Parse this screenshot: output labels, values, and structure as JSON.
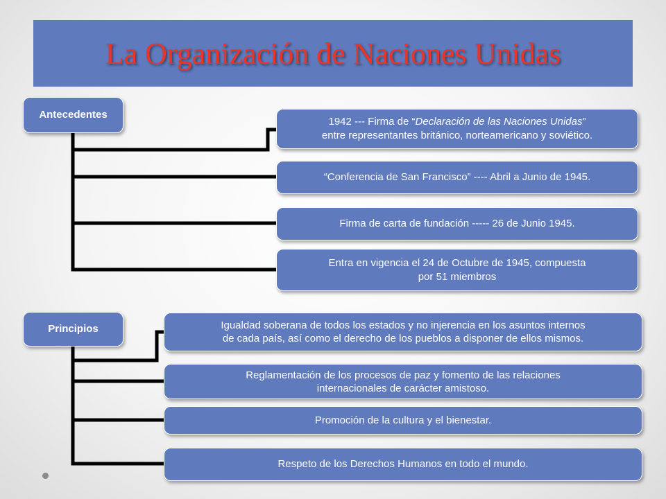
{
  "title": "La Organización de Naciones Unidas",
  "sections": {
    "antecedentes": {
      "label": "Antecedentes",
      "items": [
        {
          "line1_pre": "1942 --- Firma de “",
          "line1_em": "Declaración de las Naciones Unidas",
          "line1_post": "”",
          "line2": "entre representantes británico, norteamericano y soviético."
        },
        {
          "text": "“Conferencia de San Francisco” ---- Abril a Junio de 1945."
        },
        {
          "text": "Firma de carta de fundación ----- 26 de Junio 1945."
        },
        {
          "line1": "Entra en vigencia el 24 de Octubre de 1945, compuesta",
          "line2": "por 51 miembros"
        }
      ]
    },
    "principios": {
      "label": "Principios",
      "items": [
        {
          "line1": "Igualdad soberana de todos los estados y no injerencia en los asuntos internos",
          "line2": "de cada país, así como el derecho de los pueblos a disponer de ellos mismos."
        },
        {
          "line1": "Reglamentación de los procesos de paz y fomento de las relaciones",
          "line2": "internacionales de carácter amistoso."
        },
        {
          "text": "Promoción de la cultura y el bienestar."
        },
        {
          "text": "Respeto de los Derechos Humanos en todo el mundo."
        }
      ]
    }
  },
  "colors": {
    "box_fill": "#5f7abd",
    "title_text": "#e8352a",
    "connector": "#000000"
  }
}
